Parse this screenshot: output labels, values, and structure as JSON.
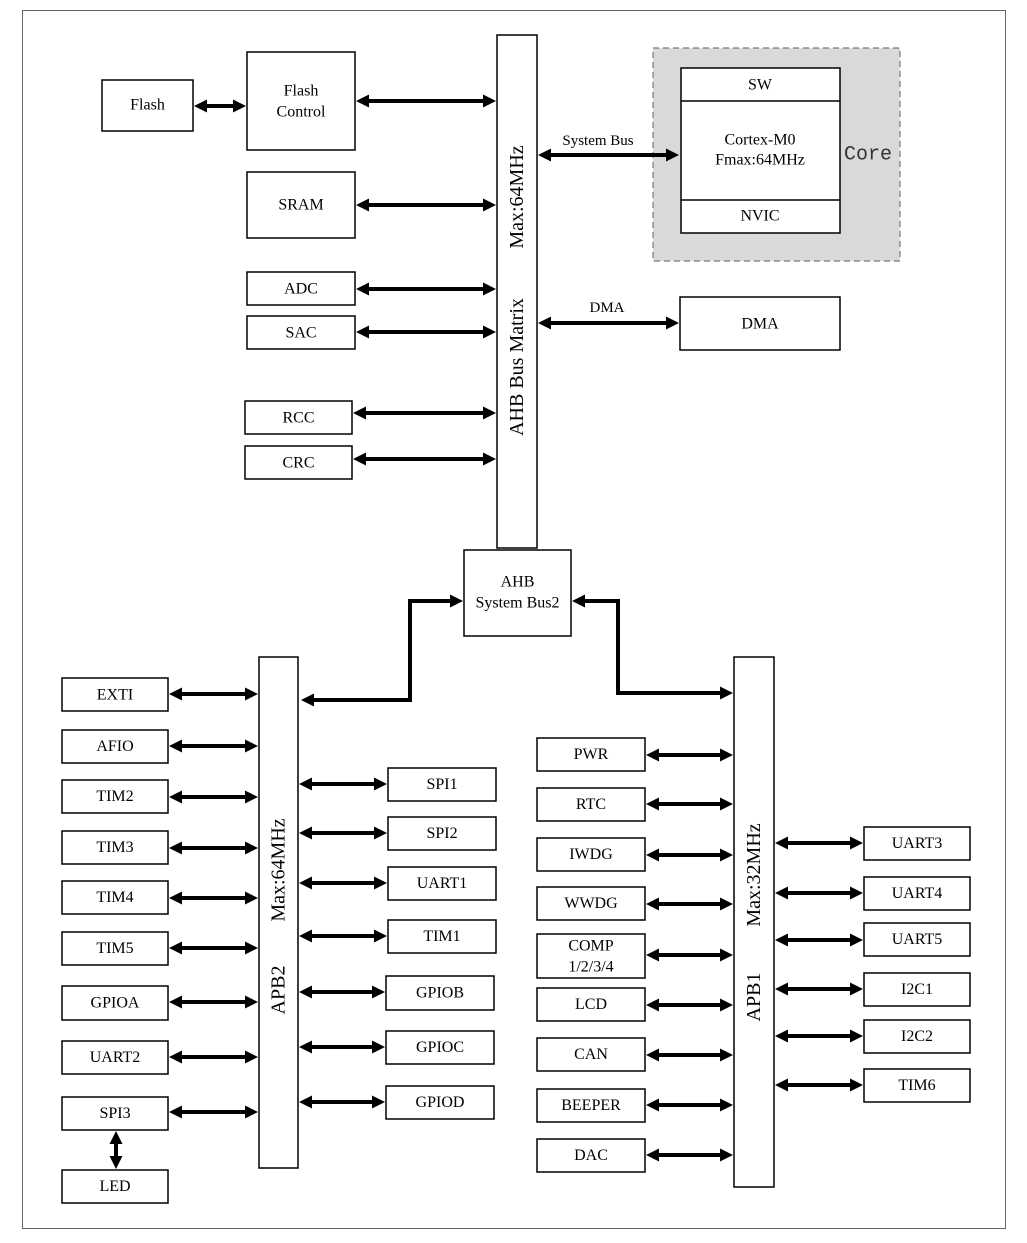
{
  "ahb": {
    "bus_matrix_name": "AHB Bus Matrix",
    "bus_matrix_freq": "Max:64MHz",
    "flash": "Flash",
    "flash_control": [
      "Flash",
      "Control"
    ],
    "sram": "SRAM",
    "adc": "ADC",
    "sac": "SAC",
    "rcc": "RCC",
    "crc": "CRC",
    "system_bus_label": "System Bus",
    "dma_link_label": "DMA",
    "dma": "DMA",
    "system_bus2": [
      "AHB",
      "System Bus2"
    ]
  },
  "core": {
    "label": "Core",
    "sw": "SW",
    "cpu": [
      "Cortex-M0",
      "Fmax:64MHz"
    ],
    "nvic": "NVIC"
  },
  "apb2": {
    "name": "APB2",
    "freq": "Max:64MHz",
    "left": [
      "EXTI",
      "AFIO",
      "TIM2",
      "TIM3",
      "TIM4",
      "TIM5",
      "GPIOA",
      "UART2",
      "SPI3"
    ],
    "right": [
      "SPI1",
      "SPI2",
      "UART1",
      "TIM1",
      "GPIOB",
      "GPIOC",
      "GPIOD"
    ],
    "led": "LED"
  },
  "apb1": {
    "name": "APB1",
    "freq": "Max:32MHz",
    "left": [
      "PWR",
      "RTC",
      "IWDG",
      "WWDG",
      [
        "COMP",
        "1/2/3/4"
      ],
      "LCD",
      "CAN",
      "BEEPER",
      "DAC"
    ],
    "right": [
      "UART3",
      "UART4",
      "UART5",
      "I2C1",
      "I2C2",
      "TIM6"
    ]
  }
}
